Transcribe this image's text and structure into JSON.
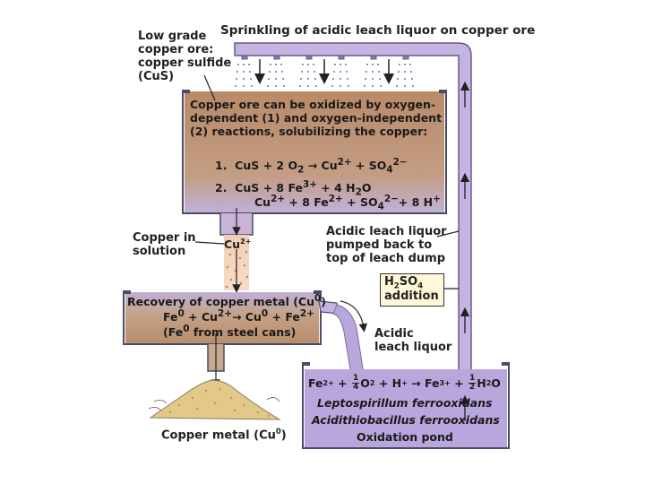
{
  "title": "Sprinkling of acidic leach liquor on copper ore",
  "ore_label": [
    "Low grade",
    "copper ore:",
    "copper sulfide",
    "(CuS)"
  ],
  "leach_text": {
    "line1": "Copper ore can be oxidized by oxygen-",
    "line2": "dependent (1) and oxygen-independent",
    "line3": "(2) reactions, solubilizing the copper:",
    "r1_num": "1.",
    "r1": [
      "CuS + 2 O",
      "2",
      " → Cu",
      "2+",
      " + SO",
      "4",
      "2−"
    ],
    "r2_num": "2.",
    "r2a": [
      "CuS + 8 Fe",
      "3+",
      " + 4 H",
      "2",
      "O"
    ],
    "r2b": [
      "Cu",
      "2+",
      " + 8 Fe",
      "2+",
      " + SO",
      "4",
      "2−",
      "+ 8 H",
      "+"
    ]
  },
  "copper_solution": {
    "label": [
      "Copper in",
      "solution"
    ],
    "ion": [
      "Cu",
      "2+"
    ]
  },
  "pump_label": [
    "Acidic leach liquor",
    "pumped back to",
    "top of leach dump"
  ],
  "h2so4": {
    "line1": [
      "H",
      "2",
      "SO",
      "4"
    ],
    "line2": "addition"
  },
  "recovery": {
    "line1": [
      "Recovery of copper metal (Cu",
      "0",
      ")"
    ],
    "line2": [
      "Fe",
      "0",
      " + Cu",
      "2+",
      "→ Cu",
      "0",
      " + Fe",
      "2+"
    ],
    "line3": [
      "(Fe",
      "0",
      " from steel cans)"
    ]
  },
  "acidic_leach_liquor": [
    "Acidic",
    "leach liquor"
  ],
  "pond": {
    "equation": [
      "Fe",
      "2+",
      " + ",
      "1",
      "4",
      "O",
      "2",
      " + H",
      "+",
      " → Fe",
      "3+",
      " + ",
      "1",
      "2",
      "H",
      "2",
      "O"
    ],
    "organism1": "Leptospirillum ferrooxidans",
    "organism2": "Acidithiobacillus ferrooxidans",
    "label": "Oxidation pond"
  },
  "copper_metal": [
    "Copper metal (Cu",
    "0",
    ")"
  ],
  "colors": {
    "ore_brown": "#b58b6c",
    "liquor_purple": "#b9a6dc",
    "pipe_purple": "#c6b6e6",
    "outline": "#4a4a6a",
    "pile": "#e2c98a"
  }
}
